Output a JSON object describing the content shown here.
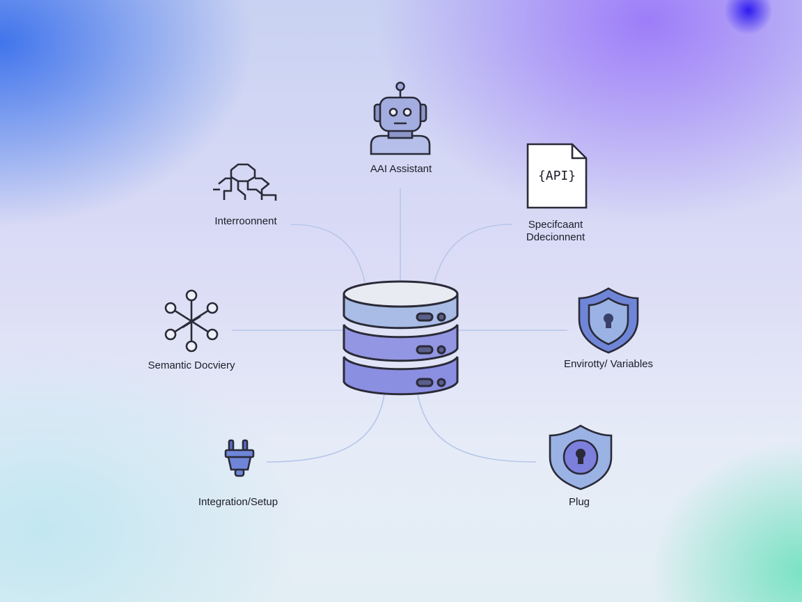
{
  "nodes": {
    "ai_assistant": {
      "label": "AAI Assistant"
    },
    "api_document": {
      "badge": "{API}",
      "label_line1": "Specifcaant",
      "label_line2": "Ddecionnent"
    },
    "interconnect": {
      "label": "Interroonnent"
    },
    "semantic": {
      "label": "Semantic Docviery"
    },
    "env_vars": {
      "label": "Envirotty/ Variables"
    },
    "integration": {
      "label": "Integration/Setup"
    },
    "plug": {
      "label": "Plug"
    }
  },
  "colors": {
    "stroke": "#2a2a38",
    "db_top": "#e9ebf3",
    "db_upper": "#a9b8e6",
    "db_lower": "#8b8fe2",
    "shield_blue": "#6f86d8",
    "shield_light": "#9bb2e4",
    "keyhole_purple": "#7c7fdc",
    "connector": "#b6c6ea"
  }
}
